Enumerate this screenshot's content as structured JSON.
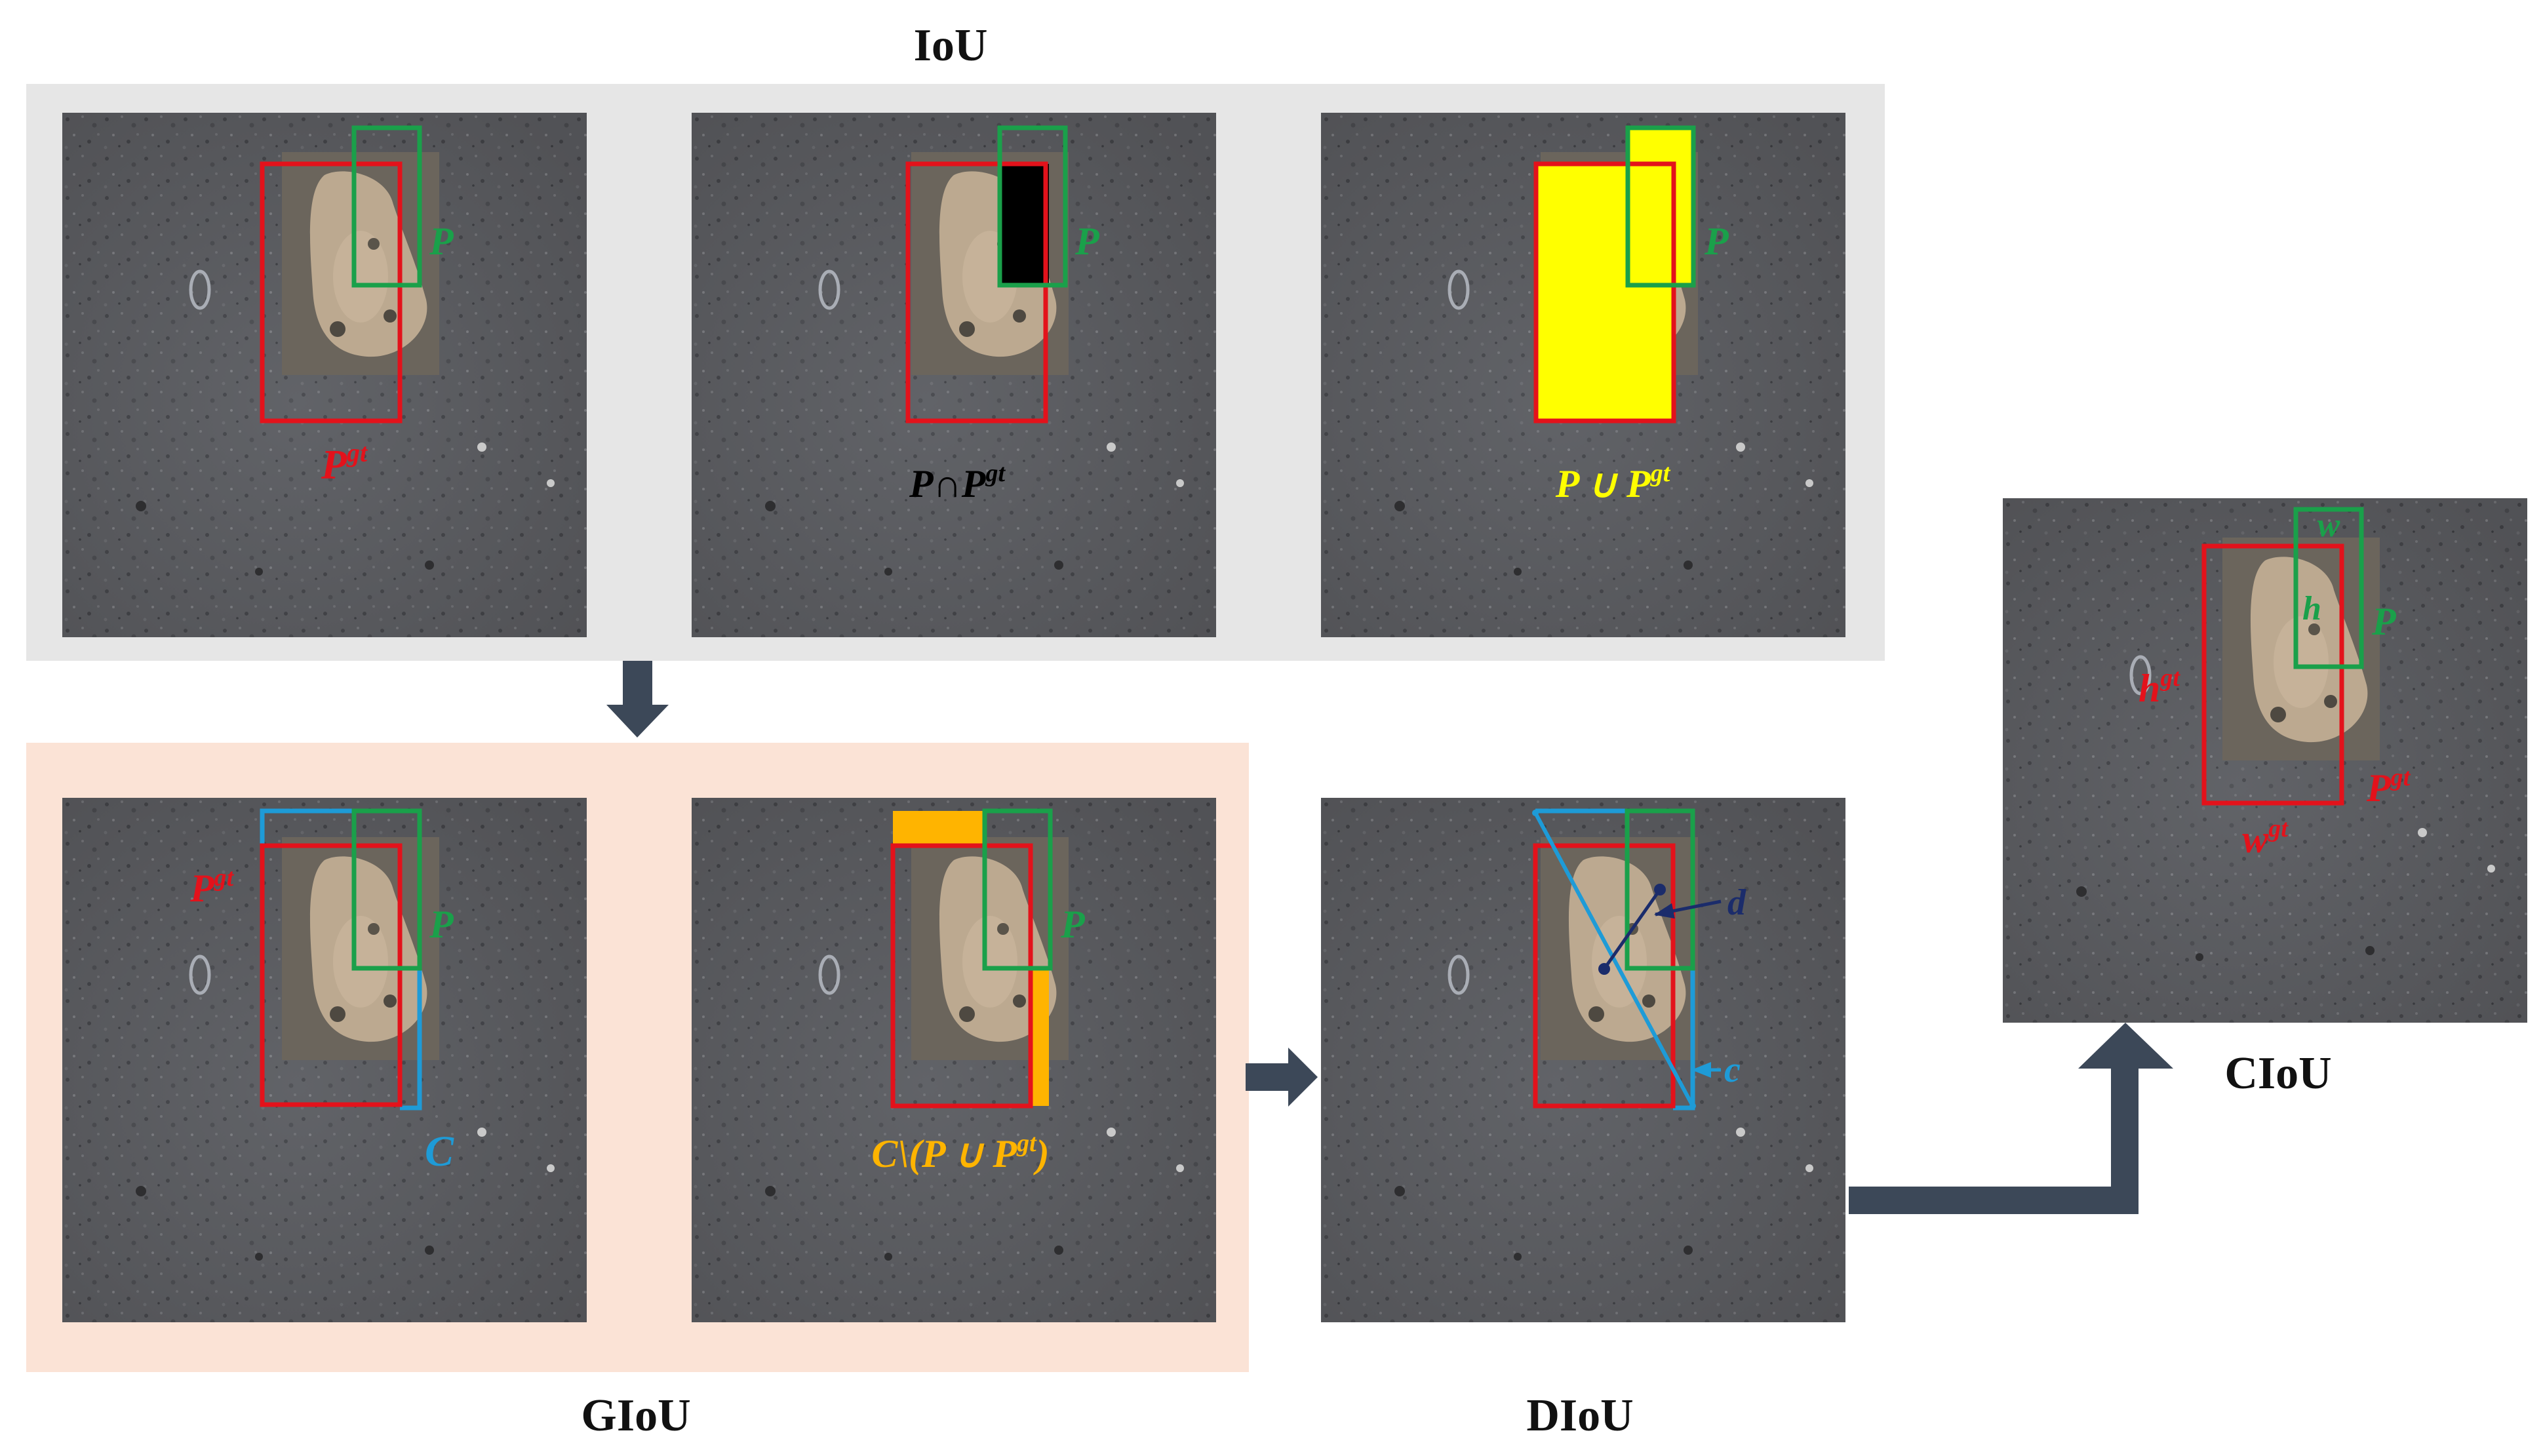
{
  "titles": {
    "iou": "IoU",
    "giou": "GIoU",
    "diou": "DIoU",
    "ciou": "CIoU"
  },
  "labels": {
    "iou_pgt": "P",
    "iou_p": "P",
    "intersection": "P∩P",
    "union": "P ∪ P",
    "giou_pgt": "P",
    "giou_p": "P",
    "giou_c": "C",
    "giou2_p": "P",
    "c_minus_union": "C\\(P ∪ P",
    "c_minus_union_close": ")",
    "diou_d": "d",
    "diou_c": "c",
    "ciou_w": "w",
    "ciou_h": "h",
    "ciou_p": "P",
    "ciou_hgt": "h",
    "ciou_pgt": "P",
    "ciou_wgt": "w",
    "superscript_gt": "gt"
  },
  "colors": {
    "ground_truth": "#e3121b",
    "prediction": "#1aa04a",
    "enclosing_box": "#1e9bd7",
    "union_fill": "#ffff00",
    "excess_fill": "#ffb400",
    "distance_text": "#1b2c6b",
    "arrow": "#3c4858",
    "iou_panel": "#e6e6e6",
    "giou_panel": "#fbe3d6"
  }
}
